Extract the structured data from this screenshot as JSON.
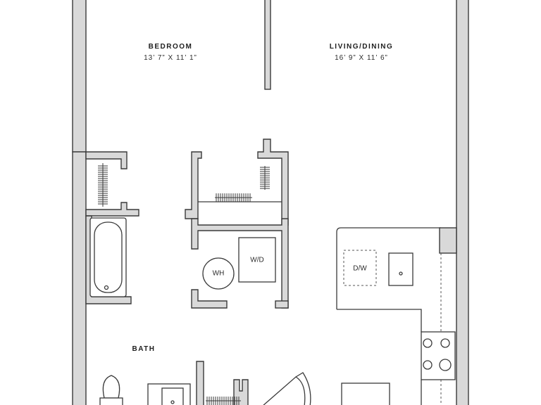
{
  "rooms": {
    "bedroom": {
      "name": "BEDROOM",
      "dimensions": "13’ 7” X 11’ 1”"
    },
    "living_dining": {
      "name": "LIVING/DINING",
      "dimensions": "16’ 9” X 11’ 6”"
    },
    "bath": {
      "name": "BATH"
    }
  },
  "fixtures": {
    "water_heater": "WH",
    "washer_dryer": "W/D",
    "dishwasher": "D/W"
  }
}
